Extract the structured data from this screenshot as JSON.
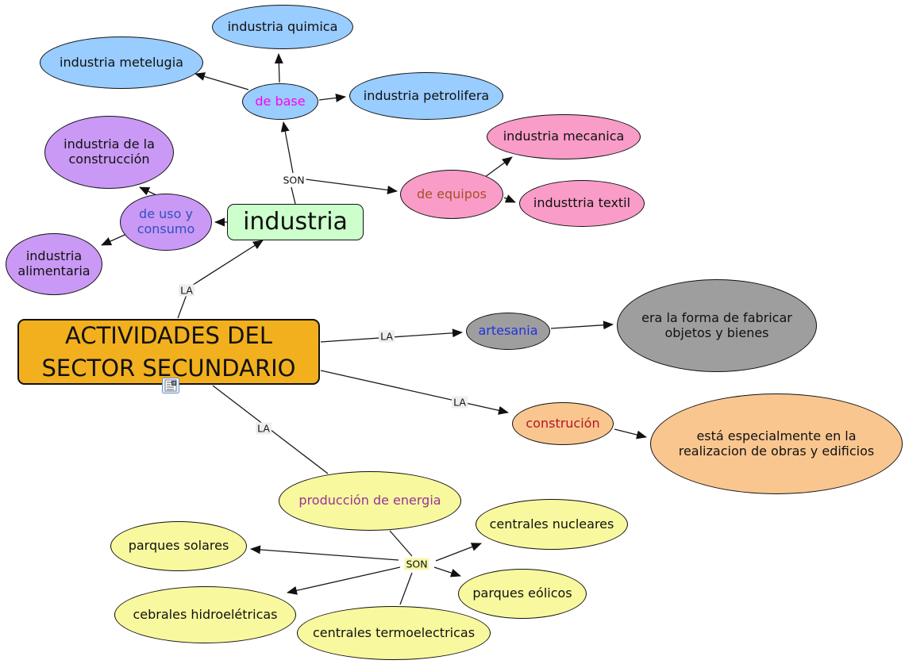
{
  "title": "ACTIVIDADES DEL SECTOR SECUNDARIO",
  "palette": {
    "blue": "#99CCFF",
    "pink": "#F99CC7",
    "purple": "#C999F5",
    "green": "#CCFFCC",
    "yellow": "#F8F89E",
    "gray": "#9E9E9E",
    "peach": "#F9C690",
    "amber": "#F2B01E",
    "link_label_bg": "#EEEEEE",
    "son_bottom_bg": "#F7F7A8",
    "text_magenta": "#FB00F3",
    "text_sienna": "#A5502A",
    "text_blue": "#3350C0",
    "text_royal_blue": "#2233DD",
    "text_dark_red": "#B01824",
    "text_purple": "#993399"
  },
  "main_node": {
    "label": "ACTIVIDADES DEL SECTOR SECUNDARIO"
  },
  "nodes": {
    "quimica": {
      "label": "industria quimica"
    },
    "metelugia": {
      "label": "industria metelugia"
    },
    "de_base": {
      "label": "de base"
    },
    "petrolifera": {
      "label": "industria petrolifera"
    },
    "mecanica": {
      "label": "industria mecanica"
    },
    "de_equipos": {
      "label": "de equipos"
    },
    "textil": {
      "label": "industtria textil"
    },
    "ind_construccion": {
      "label": "industria de la construcción"
    },
    "uso_consumo": {
      "label": "de uso y consumo"
    },
    "alimentaria": {
      "label": "industria alimentaria"
    },
    "industria": {
      "label": "industria"
    },
    "artesania": {
      "label": "artesania"
    },
    "era_forma": {
      "label": "era la forma de fabricar objetos y bienes"
    },
    "construcion": {
      "label": "construción"
    },
    "esta_especialmente": {
      "label": "está especialmente en la realizacion de obras y edificios"
    },
    "produccion_energia": {
      "label": "producción de energia"
    },
    "nucleares": {
      "label": "centrales nucleares"
    },
    "solares": {
      "label": "parques solares"
    },
    "eolicos": {
      "label": "parques eólicos"
    },
    "hidroeletricas": {
      "label": "cebrales hidroelétricas"
    },
    "termoelectricas": {
      "label": "centrales termoelectricas"
    }
  },
  "connector_labels": {
    "son_top": "SON",
    "son_bottom": "SON",
    "la_industria": "LA",
    "la_artesania": "LA",
    "la_construcion": "LA",
    "la_produccion": "LA"
  }
}
